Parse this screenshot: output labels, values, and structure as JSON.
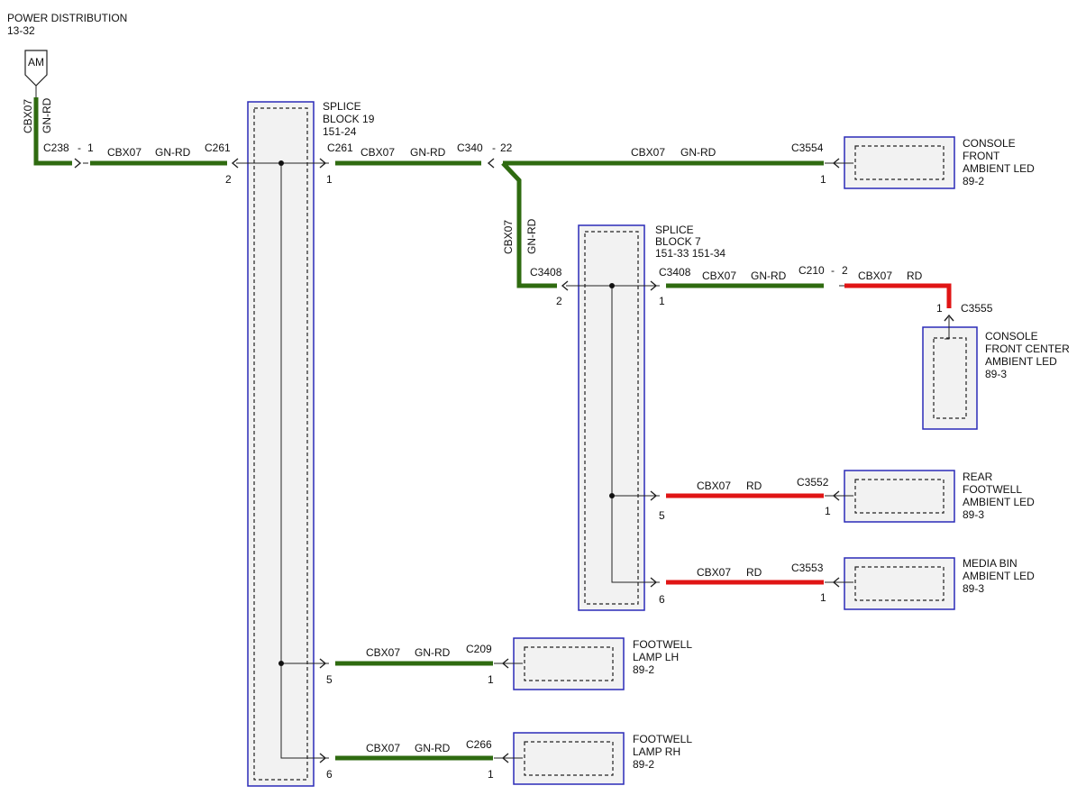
{
  "power_source": {
    "title": "POWER DISTRIBUTION",
    "page": "13-32",
    "badge": "AM"
  },
  "colors": {
    "gn_rd_wire": "#2f6b10",
    "rd_wire": "#e01515",
    "box_border": "#2b2bb8",
    "box_fill": "#f2f2f2"
  },
  "splice_blocks": [
    {
      "name_line1": "SPLICE",
      "name_line2": "BLOCK 19",
      "ref": "151-24"
    },
    {
      "name_line1": "SPLICE",
      "name_line2": "BLOCK 7",
      "ref": "151-33  151-34"
    }
  ],
  "components": {
    "console_front": {
      "line1": "CONSOLE",
      "line2": "FRONT",
      "line3": "AMBIENT LED",
      "ref": "89-2"
    },
    "console_front_center": {
      "line1": "CONSOLE",
      "line2": "FRONT CENTER",
      "line3": "AMBIENT LED",
      "ref": "89-3"
    },
    "rear_footwell": {
      "line1": "REAR",
      "line2": "FOOTWELL",
      "line3": "AMBIENT LED",
      "ref": "89-3"
    },
    "media_bin": {
      "line1": "MEDIA BIN",
      "line2": "AMBIENT LED",
      "ref": "89-3"
    },
    "footwell_lh": {
      "line1": "FOOTWELL",
      "line2": "LAMP LH",
      "ref": "89-2"
    },
    "footwell_rh": {
      "line1": "FOOTWELL",
      "line2": "LAMP RH",
      "ref": "89-2"
    }
  },
  "wire_codes": {
    "circuit": "CBX07",
    "gn_rd": "GN-RD",
    "rd": "RD"
  },
  "connectors": {
    "c238": "C238",
    "c238_pin": "1",
    "c261": "C261",
    "c261_in_pin": "2",
    "c261_out_pin": "1",
    "c340": "C340",
    "c340_pin": "22",
    "c3554": "C3554",
    "c3554_pin": "1",
    "c3408": "C3408",
    "c3408_in_pin": "2",
    "c3408_out_pin": "1",
    "c210": "C210",
    "c210_pin": "2",
    "c3555": "C3555",
    "c3555_pin": "1",
    "c3552": "C3552",
    "c3552_pin": "1",
    "sb7_pin5": "5",
    "c3553": "C3553",
    "c3553_pin": "1",
    "sb7_pin6": "6",
    "c209": "C209",
    "c209_pin": "1",
    "sb19_pin5": "5",
    "c266": "C266",
    "c266_pin": "1",
    "sb19_pin6": "6"
  },
  "separator": "-"
}
